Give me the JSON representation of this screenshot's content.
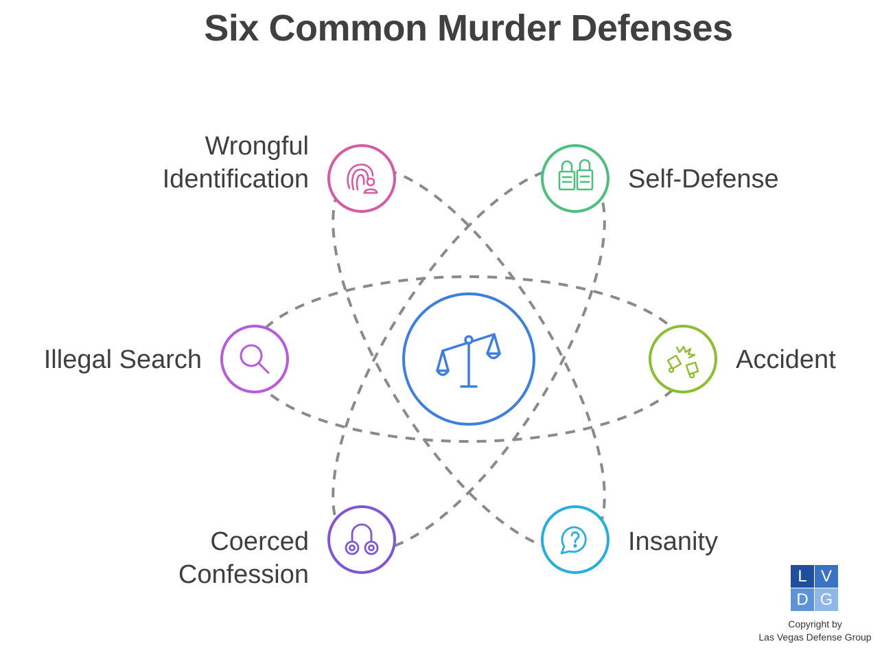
{
  "title": "Six Common Murder Defenses",
  "center": {
    "icon": "scales-of-justice-icon",
    "color": "#3d7fe0"
  },
  "nodes": [
    {
      "id": "wrongful",
      "icon": "fingerprint-person-icon",
      "color": "#d75aa2",
      "label_lines": [
        "Wrongful",
        "Identification"
      ]
    },
    {
      "id": "selfdefense",
      "icon": "padlocks-icon",
      "color": "#4cc07e",
      "label_lines": [
        "Self-Defense"
      ]
    },
    {
      "id": "illegal",
      "icon": "magnifying-glass-icon",
      "color": "#b65ae0",
      "label_lines": [
        "Illegal Search"
      ]
    },
    {
      "id": "accident",
      "icon": "car-crash-icon",
      "color": "#8cbf2e",
      "label_lines": [
        "Accident"
      ]
    },
    {
      "id": "coerced",
      "icon": "handcuffs-icon",
      "color": "#7f55d9",
      "label_lines": [
        "Coerced",
        "Confession"
      ]
    },
    {
      "id": "insanity",
      "icon": "question-bubble-icon",
      "color": "#26aee0",
      "label_lines": [
        "Insanity"
      ]
    }
  ],
  "logo": {
    "letters": [
      "L",
      "V",
      "D",
      "G"
    ],
    "colors": [
      "#1f4f9c",
      "#3b73c4",
      "#5e93d6",
      "#8db7e8"
    ]
  },
  "copyright_lines": [
    "Copyright by",
    "Las Vegas Defense Group"
  ]
}
